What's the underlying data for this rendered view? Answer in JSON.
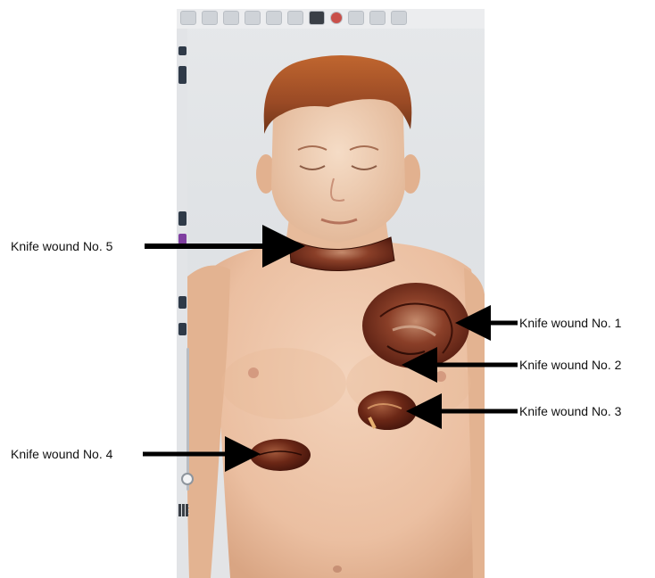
{
  "labels": {
    "wound1": "Knife wound No. 1",
    "wound2": "Knife wound No. 2",
    "wound3": "Knife wound No. 3",
    "wound4": "Knife wound No. 4",
    "wound5": "Knife wound No. 5"
  },
  "colors": {
    "skin": "#ecc3a6",
    "hair": "#a4502a",
    "wound": "#5a1e12",
    "arrow": "#000000"
  }
}
